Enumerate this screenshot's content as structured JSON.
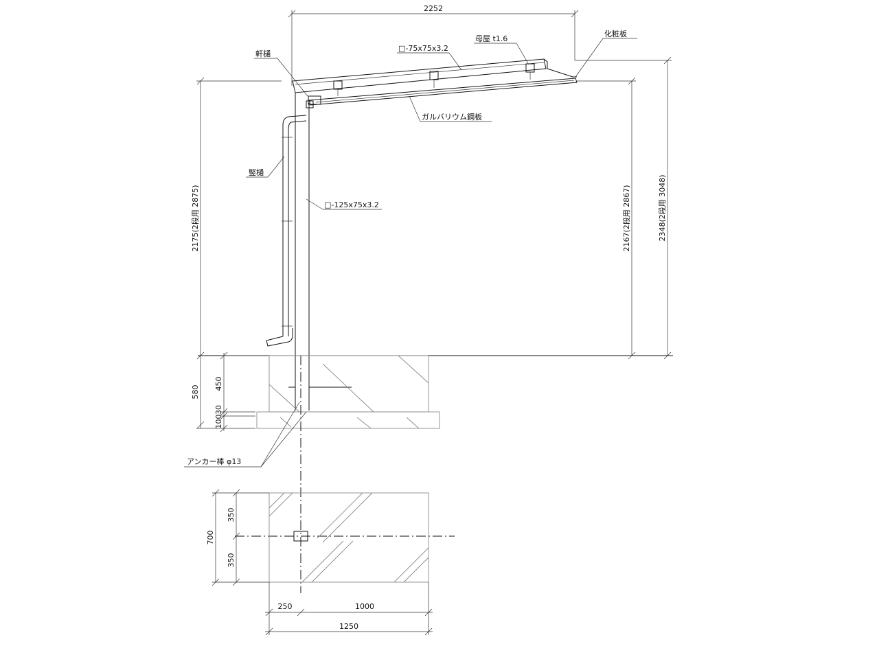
{
  "dimensions": {
    "top_width": "2252",
    "left_height": "2175(2段用 2875)",
    "right_height_1": "2167(2段用 2867)",
    "right_height_2": "2348(2段用 3048)",
    "found_total": "580",
    "found_upper": "450",
    "found_mid": "30",
    "found_base": "100",
    "plan_total": "700",
    "plan_upper": "350",
    "plan_lower": "350",
    "plan_left": "250",
    "plan_right": "1000",
    "plan_width": "1250"
  },
  "labels": {
    "rafter": "□-75x75x3.2",
    "purlin": "母屋 t1.6",
    "fascia": "化粧板",
    "eaves_gutter": "軒樋",
    "roof_sheet": "ガルバリウム鋼板",
    "downpipe": "竪樋",
    "post": "□-125x75x3.2",
    "anchor": "アンカー棒 φ13"
  }
}
